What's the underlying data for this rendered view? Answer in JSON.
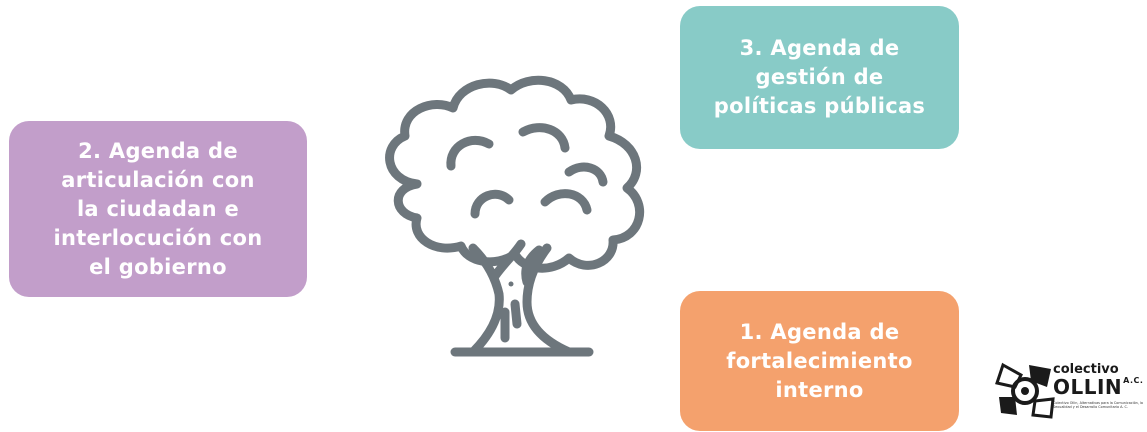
{
  "colors": {
    "card_1": "#F4A16D",
    "card_2": "#C29ECA",
    "card_3": "#88CBC7",
    "tree_stroke": "#6D767C"
  },
  "cards": {
    "card_3": "3. Agenda de\ngestión de\npolíticas públicas",
    "card_2": "2. Agenda de\narticulación con\nla ciudadan e\ninterlocución con\nel gobierno",
    "card_1": "1. Agenda de\nfortalecimiento\ninterno"
  },
  "logo": {
    "line_1": "colectivo",
    "line_2": "OLLIN",
    "suffix": "A.C.",
    "tagline": "Colectivo Ollin, Alternativas para la Comunicación, la Sexualidad y el Desarrollo Comunitario A. C.",
    "icon": "ollin-logo-icon"
  },
  "tree": {
    "icon": "tree-icon"
  }
}
